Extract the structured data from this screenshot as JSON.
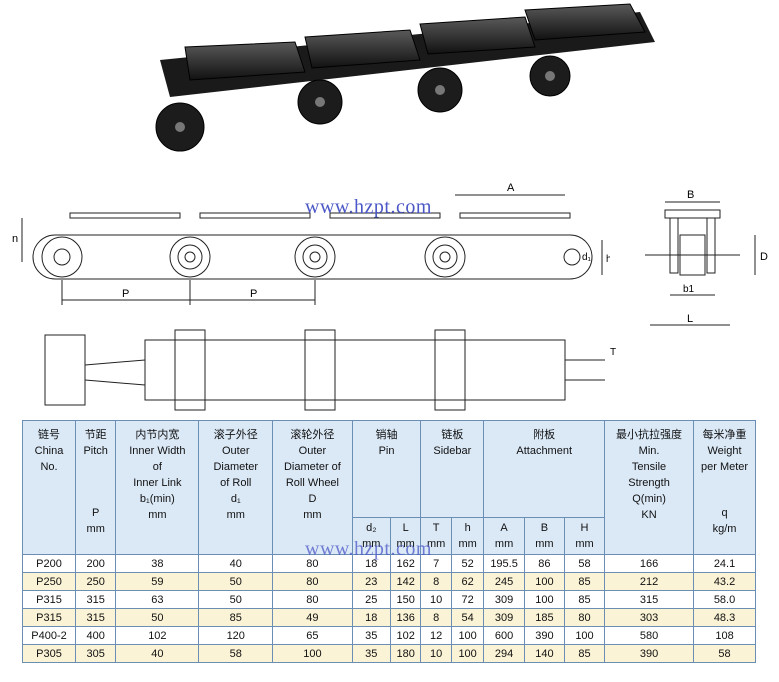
{
  "watermark": "www.hzpt.com",
  "diagram_labels": {
    "A": "A",
    "P": "P",
    "n": "n",
    "d1": "d₁",
    "h": "h",
    "B": "B",
    "D": "D",
    "b1": "b1",
    "L": "L",
    "T": "T"
  },
  "table": {
    "headers": [
      {
        "cn": "链号",
        "en1": "China",
        "en2": "No.",
        "unit": ""
      },
      {
        "cn": "节距",
        "en1": "Pitch",
        "en2": "",
        "sym": "P",
        "unit": "mm"
      },
      {
        "cn": "内节内宽",
        "en1": "Inner Width",
        "en2": "of",
        "en3": "Inner Link",
        "sym": "b₁(min)",
        "unit": "mm"
      },
      {
        "cn": "滚子外径",
        "en1": "Outer",
        "en2": "Diameter",
        "en3": "of Roll",
        "sym": "d₁",
        "unit": "mm"
      },
      {
        "cn": "滚轮外径",
        "en1": "Outer",
        "en2": "Diameter of",
        "en3": "Roll Wheel",
        "sym": "D",
        "unit": "mm"
      },
      {
        "cn": "销轴",
        "en1": "Pin"
      },
      {
        "cn": "链板",
        "en1": "Sidebar"
      },
      {
        "cn": "附板",
        "en1": "Attachment"
      },
      {
        "cn": "最小抗拉强度",
        "en1": "Min.",
        "en2": "Tensile",
        "en3": "Strength",
        "sym": "Q(min)",
        "unit": "KN"
      },
      {
        "cn": "每米净重",
        "en1": "Weight",
        "en2": "per Meter",
        "sym": "q",
        "unit": "kg/m"
      }
    ],
    "sub_headers": [
      {
        "sym": "d₂",
        "unit": "mm"
      },
      {
        "sym": "L",
        "unit": "mm"
      },
      {
        "sym": "T",
        "unit": "mm"
      },
      {
        "sym": "h",
        "unit": "mm"
      },
      {
        "sym": "A",
        "unit": "mm"
      },
      {
        "sym": "B",
        "unit": "mm"
      },
      {
        "sym": "H",
        "unit": "mm"
      }
    ],
    "rows": [
      [
        "P200",
        "200",
        "38",
        "40",
        "80",
        "18",
        "162",
        "7",
        "52",
        "195.5",
        "86",
        "58",
        "166",
        "24.1"
      ],
      [
        "P250",
        "250",
        "59",
        "50",
        "80",
        "23",
        "142",
        "8",
        "62",
        "245",
        "100",
        "85",
        "212",
        "43.2"
      ],
      [
        "P315",
        "315",
        "63",
        "50",
        "80",
        "25",
        "150",
        "10",
        "72",
        "309",
        "100",
        "85",
        "315",
        "58.0"
      ],
      [
        "P315",
        "315",
        "50",
        "85",
        "49",
        "18",
        "136",
        "8",
        "54",
        "309",
        "185",
        "80",
        "303",
        "48.3"
      ],
      [
        "P400-2",
        "400",
        "102",
        "120",
        "65",
        "35",
        "102",
        "12",
        "100",
        "600",
        "390",
        "100",
        "580",
        "108"
      ],
      [
        "P305",
        "305",
        "40",
        "58",
        "100",
        "35",
        "180",
        "10",
        "100",
        "294",
        "140",
        "85",
        "390",
        "58"
      ]
    ]
  }
}
